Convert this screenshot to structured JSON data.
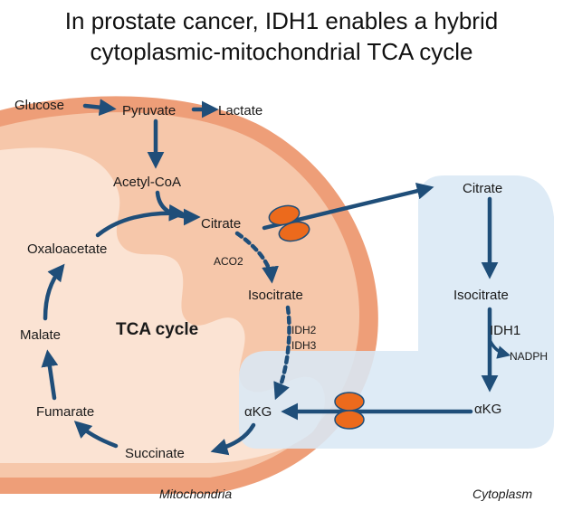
{
  "title": {
    "line1": "In prostate cancer, IDH1 enables a hybrid",
    "line2": "cytoplasmic-mitochondrial TCA cycle"
  },
  "metabolites": {
    "glucose": "Glucose",
    "pyruvate": "Pyruvate",
    "lactate": "Lactate",
    "acetyl_coa": "Acetyl-CoA",
    "citrate_mito": "Citrate",
    "isocitrate_mito": "Isocitrate",
    "akg_mito": "αKG",
    "succinate": "Succinate",
    "fumarate": "Fumarate",
    "malate": "Malate",
    "oxaloacetate": "Oxaloacetate",
    "citrate_cyto": "Citrate",
    "isocitrate_cyto": "Isocitrate",
    "akg_cyto": "αKG"
  },
  "enzymes": {
    "aco2": "ACO2",
    "idh2": "IDH2",
    "idh3": "IDH3",
    "idh1": "IDH1",
    "nadph": "NADPH"
  },
  "cycle_label": "TCA cycle",
  "compartments": {
    "mitochondria": "Mitochondria",
    "cytoplasm": "Cytoplasm"
  },
  "colors": {
    "arrow": "#1f4e79",
    "mito_outer": "#ee9e78",
    "mito_inner": "#f6c7aa",
    "mito_matrix": "#fbe3d3",
    "cytoplasm": "#d9e8f5",
    "transporter": "#ec6a1c"
  }
}
